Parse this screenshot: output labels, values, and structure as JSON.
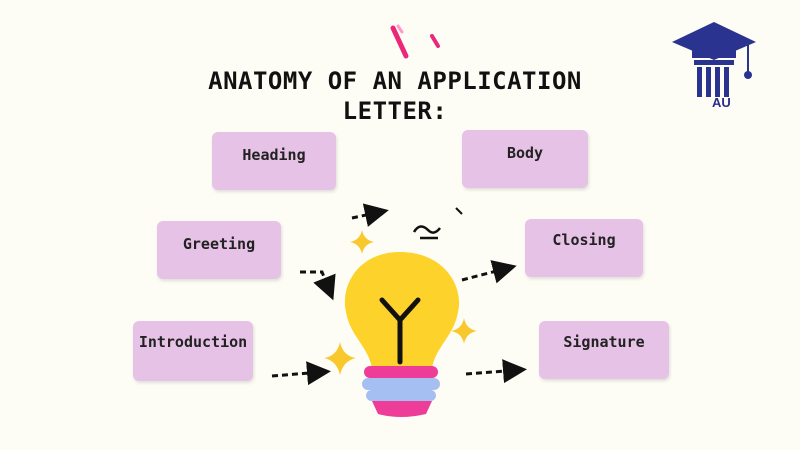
{
  "title": "ANATOMY OF AN APPLICATION LETTER:",
  "logo": {
    "text": "AU",
    "icon": "graduation-cap-icon",
    "color": "#2a3390"
  },
  "parts": {
    "heading": "Heading",
    "body": "Body",
    "greeting": "Greeting",
    "closing": "Closing",
    "introduction": "Introduction",
    "signature": "Signature"
  },
  "colors": {
    "box": "#e6c2e6",
    "bulb": "#fdd22a",
    "bulb_base_pink": "#ee3c99",
    "bulb_base_blue": "#a6bff2",
    "sparkle": "#f9c82c",
    "accent_pink": "#ea2779"
  }
}
